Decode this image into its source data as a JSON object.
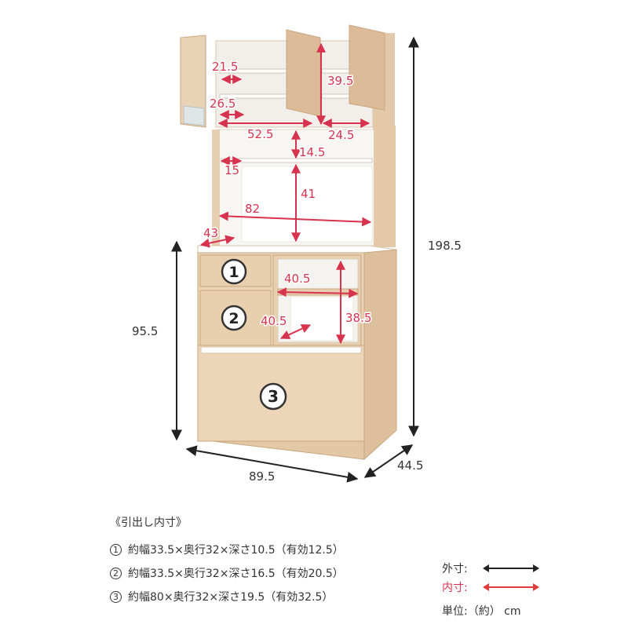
{
  "colors": {
    "outer": "#222222",
    "inner": "#d7334f",
    "wood": "#e6cdb0",
    "wood_dark": "#d8b994",
    "wood_edge": "#c9a67f",
    "interior": "#f4f1ec",
    "label_text": "#d7334f",
    "dark_text": "#333333"
  },
  "dimensions": {
    "outer_height": "198.5",
    "counter_height": "95.5",
    "width": "89.5",
    "depth": "44.5",
    "door_shelf_top_depth": "21.5",
    "door_shelf_bottom_depth": "26.5",
    "upper_inner_width": "52.5",
    "upper_right_height": "39.5",
    "upper_right_depth": "24.5",
    "shelf_gap": "14.5",
    "shelf_depth": "15",
    "open_height": "41",
    "open_width": "82",
    "counter_depth": "43",
    "cubby_width": "40.5",
    "cubby_depth": "40.5",
    "cubby_height": "38.5"
  },
  "drawer_markers": [
    "1",
    "2",
    "3"
  ],
  "notes": {
    "heading": "《引出し内寸》",
    "items": [
      {
        "num": "1",
        "text": "約幅33.5×奥行32×深さ10.5（有効12.5）"
      },
      {
        "num": "2",
        "text": "約幅33.5×奥行32×深さ16.5（有効20.5）"
      },
      {
        "num": "3",
        "text": "約幅80×奥行32×深さ19.5（有効32.5）"
      }
    ]
  },
  "legend": {
    "outer_label": "外寸:",
    "inner_label": "内寸:",
    "unit": "単位:（約） cm"
  }
}
